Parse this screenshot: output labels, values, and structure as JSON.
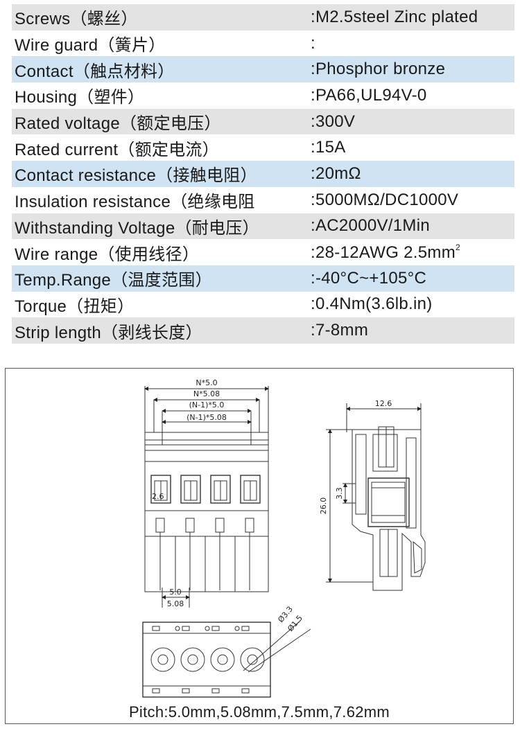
{
  "specs": [
    {
      "label": "Screws（螺丝）",
      "value": ":M2.5steel Zinc plated",
      "bg": "gray"
    },
    {
      "label": "Wire guard（簧片）",
      "value": ":",
      "bg": "white"
    },
    {
      "label": "Contact（触点材料）",
      "value": ":Phosphor bronze",
      "bg": "blue"
    },
    {
      "label": "Housing（塑件）",
      "value": ":PA66,UL94V-0",
      "bg": "white"
    },
    {
      "label": "Rated voltage（额定电压）",
      "value": ":300V",
      "bg": "gray"
    },
    {
      "label": "Rated current（额定电流）",
      "value": ":15A",
      "bg": "white"
    },
    {
      "label": "Contact resistance（接触电阻）",
      "value": ":20mΩ",
      "bg": "blue"
    },
    {
      "label": "Insulation resistance（绝缘电阻",
      "value": ":5000MΩ/DC1000V",
      "bg": "white"
    },
    {
      "label": "Withstanding Voltage（耐电压）",
      "value": ":AC2000V/1Min",
      "bg": "gray"
    },
    {
      "label": "Wire range（使用线径）",
      "value": ":28-12AWG 2.5mm",
      "value_sup": "2",
      "bg": "white"
    },
    {
      "label": "Temp.Range（温度范围）",
      "value": ":-40°C~+105°C",
      "bg": "blue"
    },
    {
      "label": "Torque（扭矩）",
      "value": ":0.4Nm(3.6lb.in)",
      "bg": "white"
    },
    {
      "label": "Strip length（剥线长度）",
      "value": ":7-8mm",
      "bg": "gray"
    }
  ],
  "drawing": {
    "front_dims": {
      "n50": "N*5.0",
      "n508": "N*5.08",
      "n1_50": "(N-1)*5.0",
      "n1_508": "(N-1)*5.08",
      "w26": "2.6",
      "p50": "5.0",
      "p508": "5.08"
    },
    "side_dims": {
      "w126": "12.6",
      "h260": "26.0",
      "h33": "3.3"
    },
    "bottom_dims": {
      "d33": "Ø3.3",
      "d15": "Ø1.5"
    },
    "pitch": "Pitch:5.0mm,5.08mm,7.5mm,7.62mm"
  }
}
